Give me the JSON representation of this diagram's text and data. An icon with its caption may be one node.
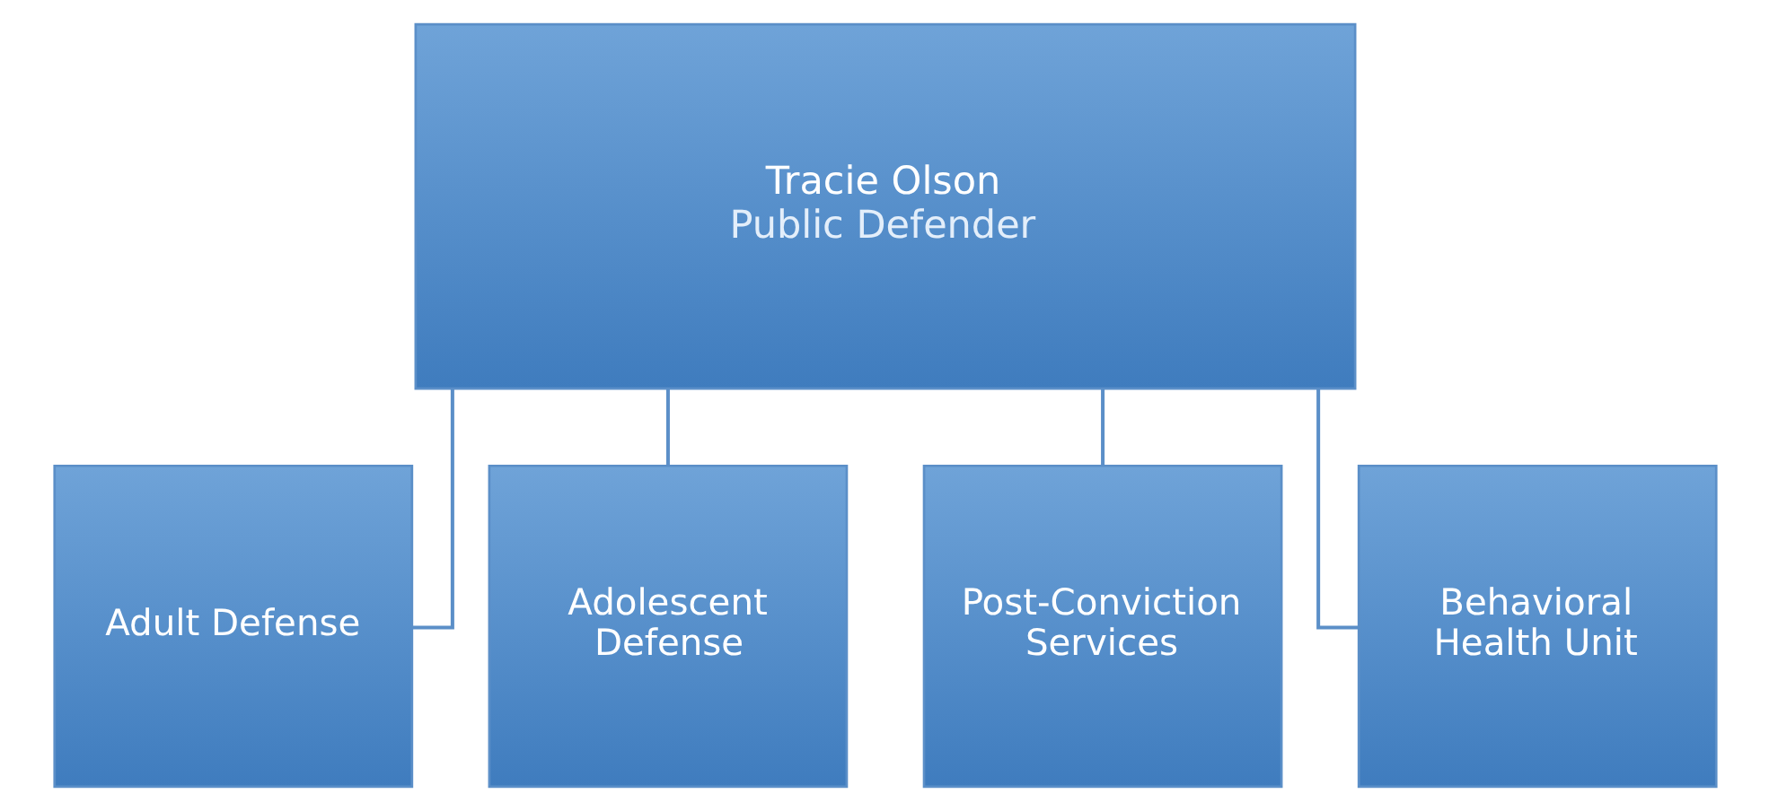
{
  "diagram": {
    "nodes": [
      {
        "text": [
          "Tracie Olson",
          "Public Defender"
        ]
      },
      {
        "text": [
          "Adult Defense"
        ]
      },
      {
        "text": [
          "Adolescent Defense"
        ]
      },
      {
        "text": [
          "Post-Conviction Services"
        ]
      },
      {
        "text": [
          "Behavioral Health Unit"
        ]
      }
    ],
    "edges": [
      {
        "from": 0,
        "to": 1,
        "arrow": "none"
      },
      {
        "from": 0,
        "to": 2,
        "arrow": "none"
      },
      {
        "from": 0,
        "to": 3,
        "arrow": "none"
      },
      {
        "from": 0,
        "to": 4,
        "arrow": "none"
      }
    ]
  }
}
